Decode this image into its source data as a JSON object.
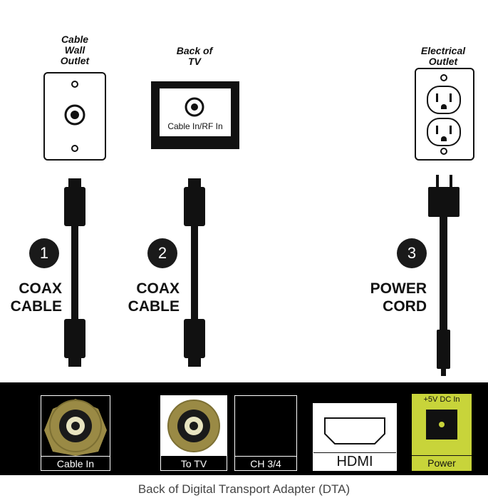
{
  "top": {
    "cable_wall_outlet": "Cable\nWall\nOutlet",
    "back_of_tv": "Back of\nTV",
    "tv_port_label": "Cable In/RF In",
    "electrical_outlet": "Electrical\nOutlet"
  },
  "steps": [
    {
      "number": "1",
      "label": "COAX\nCABLE"
    },
    {
      "number": "2",
      "label": "COAX\nCABLE"
    },
    {
      "number": "3",
      "label": "POWER\nCORD"
    }
  ],
  "ports": {
    "cable_in": "Cable In",
    "to_tv": "To TV",
    "ch34": "CH 3/4",
    "hdmi": "HDMI",
    "power_top": "+5V DC In",
    "power": "Power"
  },
  "caption": "Back of Digital Transport Adapter (DTA)",
  "colors": {
    "panel": "#000000",
    "coax_gold": "#9a8a45",
    "power_green": "#c8d43a"
  }
}
